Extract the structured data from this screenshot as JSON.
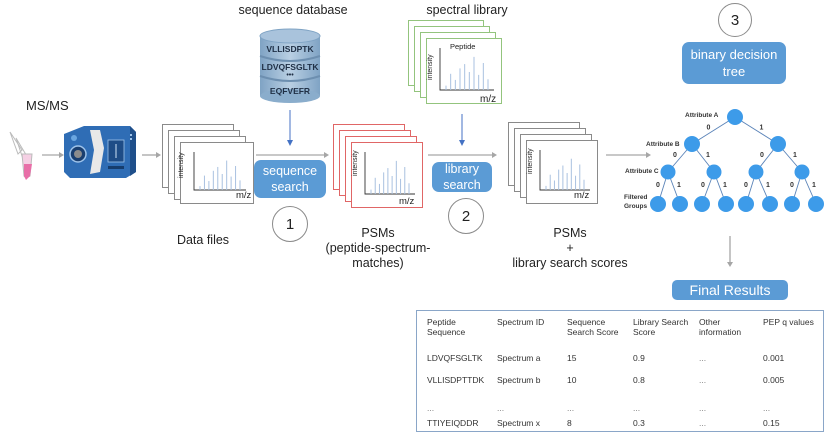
{
  "title_msms": "MS/MS",
  "database": {
    "title": "sequence database",
    "entries": [
      "VLLISDPTK",
      "LDVQFSGLTK",
      "•••",
      "EQFVEFR"
    ]
  },
  "library": {
    "title": "spectral library",
    "spectrum_title": "Peptide",
    "y_axis": "intensity",
    "x_axis": "m/z"
  },
  "spectra": {
    "y_axis": "intensity",
    "x_axis": "m/z"
  },
  "steps": [
    {
      "number": "1",
      "label": "sequence search"
    },
    {
      "number": "2",
      "label": "library search"
    },
    {
      "number": "3",
      "label": "binary decision tree"
    }
  ],
  "captions": {
    "data_files": "Data files",
    "psms_line1": "PSMs",
    "psms_line2": "(peptide-spectrum-",
    "psms_line3": "matches)",
    "psms_scores_line1": "PSMs",
    "psms_scores_line2": "+",
    "psms_scores_line3": "library search scores"
  },
  "tree": {
    "attributes": [
      "Attribute A",
      "Attribute B",
      "Attribute C"
    ],
    "leaf_label_line1": "Filtered",
    "leaf_label_line2": "Groups",
    "branch_left": "0",
    "branch_right": "1"
  },
  "final_results": {
    "title": "Final Results",
    "headers": [
      [
        "Peptide",
        "Sequence"
      ],
      [
        "Spectrum ID",
        ""
      ],
      [
        "Sequence",
        "Search Score"
      ],
      [
        "Library Search",
        "Score"
      ],
      [
        "Other",
        "information"
      ],
      [
        "PEP q values",
        ""
      ]
    ],
    "rows": [
      [
        "LDVQFSGLTK",
        "Spectrum a",
        "15",
        "0.9",
        "...",
        "0.001"
      ],
      [
        "VLLISDPTTDK",
        "Spectrum b",
        "10",
        "0.8",
        "...",
        "0.005"
      ],
      [
        "...",
        "...",
        "...",
        "...",
        "...",
        "..."
      ],
      [
        "TTIYEIQDDR",
        "Spectrum x",
        "8",
        "0.3",
        "...",
        "0.15"
      ]
    ]
  },
  "colors": {
    "accent_blue": "#5b9bd5",
    "node_blue": "#3d9be9",
    "psm_red": "#e06666",
    "library_green": "#93c47d",
    "arrow_gray": "#a6a6a6"
  }
}
